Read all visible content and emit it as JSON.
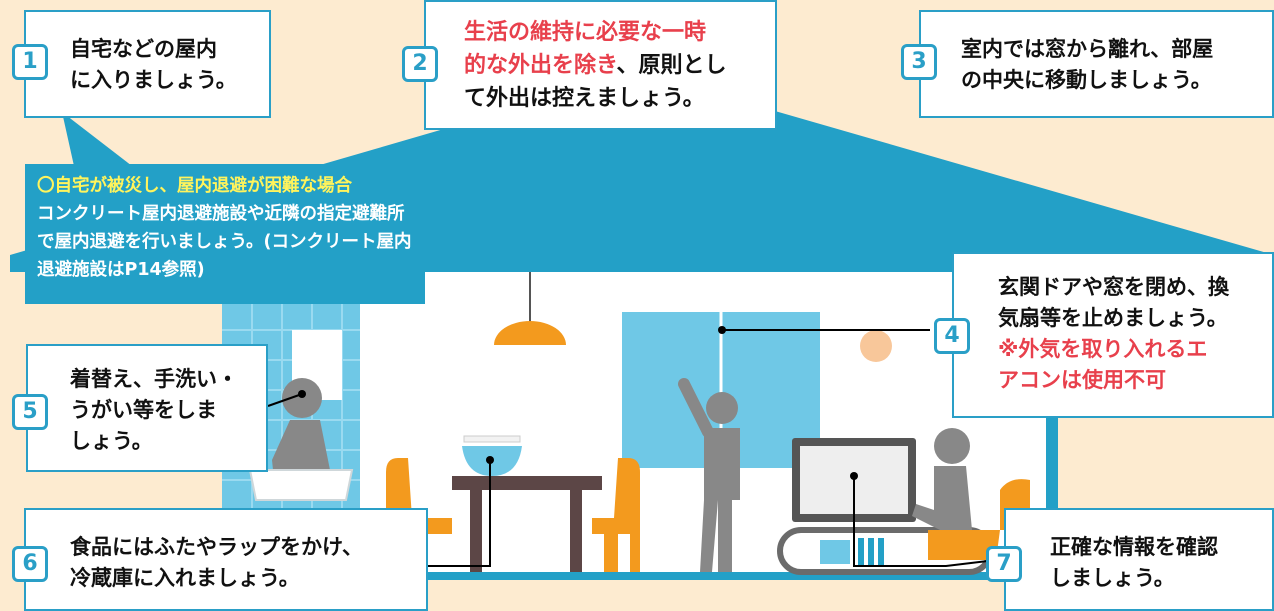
{
  "callouts": [
    {
      "number": "1",
      "text": "自宅などの屋内\nに入りましょう。"
    },
    {
      "number": "2",
      "text_red": "生活の維持に必要な一時\n的な外出を除き",
      "text": "、原則とし\nて外出は控えましょう。"
    },
    {
      "number": "3",
      "text": "室内では窓から離れ、部屋\nの中央に移動しましょう。"
    },
    {
      "number": "4",
      "text": "玄関ドアや窓を閉め、換\n気扇等を止めましょう。",
      "text_red": "※外気を取り入れるエ\nアコンは使用不可"
    },
    {
      "number": "5",
      "text": "着替え、手洗い・\nうがい等をしま\nしょう。"
    },
    {
      "number": "6",
      "text": "食品にはふたやラップをかけ、\n冷蔵庫に入れましょう。"
    },
    {
      "number": "7",
      "text": "正確な情報を確認\nしましょう。"
    }
  ],
  "note": {
    "heading": "〇自宅が被災し、屋内退避が困難な場合",
    "body": "コンクリート屋内退避施設や近隣の指定避難所で屋内退避を行いましょう。(コンクリート屋内退避施設はP14参照)"
  },
  "colors": {
    "accent": "#2a9fc7",
    "roof": "#23a0c7",
    "background": "#fdebd0",
    "red_text": "#e8404c",
    "highlight": "#fff45c",
    "furniture": "#f39a1e",
    "person": "#888888"
  }
}
